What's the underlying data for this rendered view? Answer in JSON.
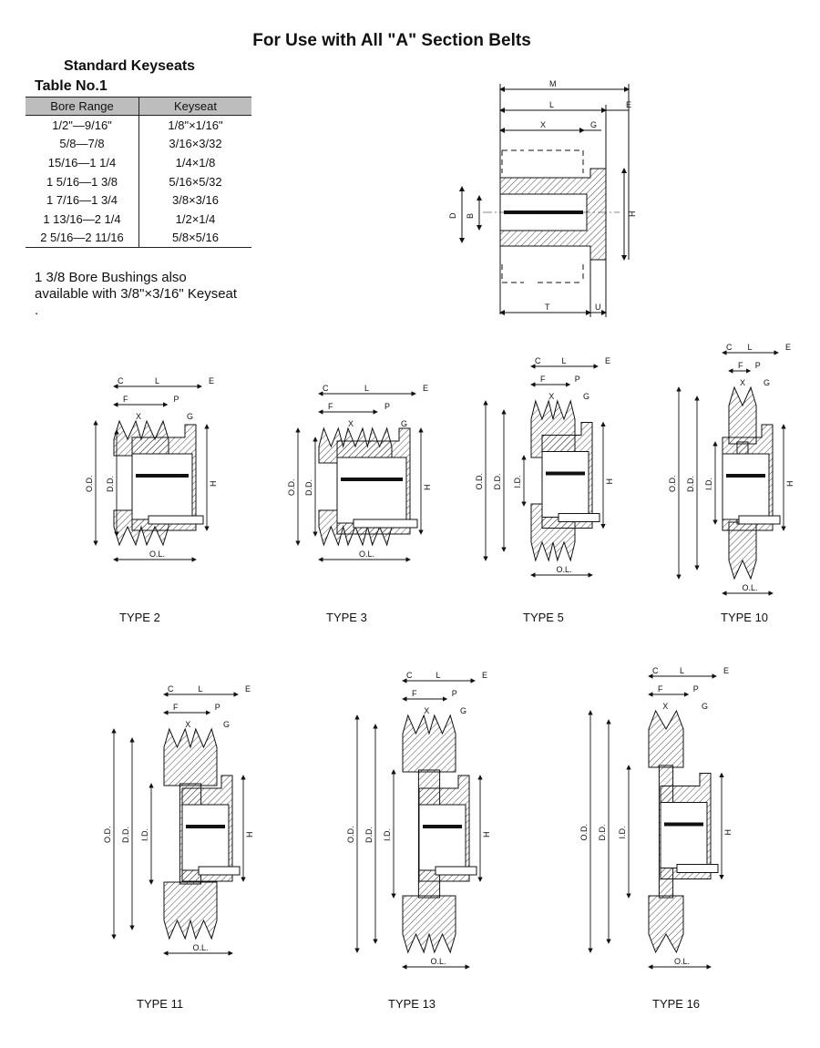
{
  "title": "For Use with All \"A\" Section Belts",
  "subtitle": "Standard  Keyseats",
  "table_label": "Table No.1",
  "table": {
    "headers": [
      "Bore Range",
      "Keyseat"
    ],
    "rows": [
      [
        "1/2\"—9/16\"",
        "1/8\"×1/16\""
      ],
      [
        "5/8—7/8",
        "3/16×3/32"
      ],
      [
        "15/16—1 1/4",
        "1/4×1/8"
      ],
      [
        "1 5/16—1 3/8",
        "5/16×5/32"
      ],
      [
        "1 7/16—1 3/4",
        "3/8×3/16"
      ],
      [
        "1 13/16—2 1/4",
        "1/2×1/4"
      ],
      [
        "2 5/16—2 11/16",
        "5/8×5/16"
      ]
    ]
  },
  "note": "1 3/8 Bore Bushings also available with 3/8\"×3/16\" Keyseat .",
  "bushing_dims": {
    "M": "M",
    "L": "L",
    "E": "E",
    "X": "X",
    "G": "G",
    "D": "D",
    "B": "B",
    "H": "H",
    "T": "T",
    "U": "U"
  },
  "dims": {
    "C": "C",
    "L": "L",
    "E": "E",
    "F": "F",
    "P": "P",
    "X": "X",
    "G": "G",
    "OD": "O.D.",
    "DD": "D.D.",
    "ID": "I.D.",
    "H": "H",
    "OL": "O.L."
  },
  "types": [
    "TYPE 2",
    "TYPE 3",
    "TYPE 5",
    "TYPE 10",
    "TYPE 11",
    "TYPE 13",
    "TYPE 16"
  ]
}
